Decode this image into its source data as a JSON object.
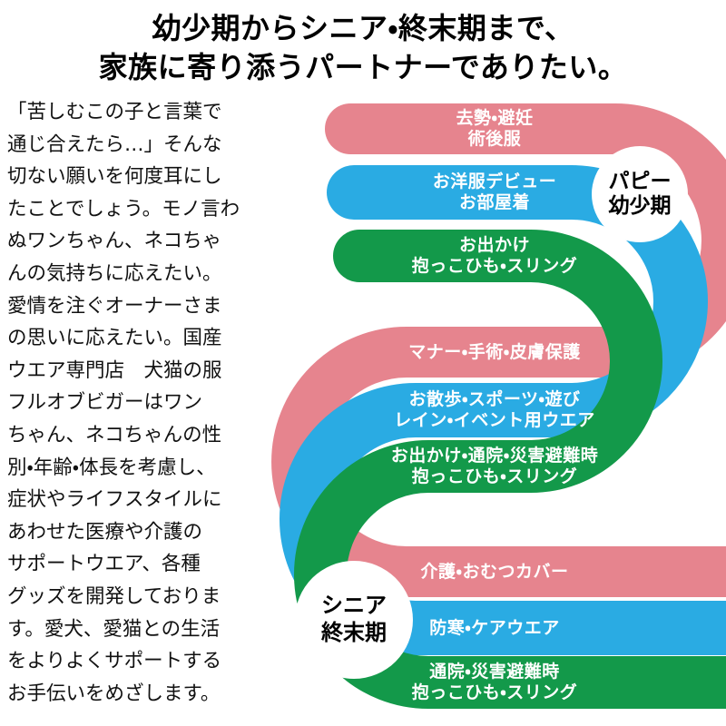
{
  "title": {
    "line1": "幼少期からシニア・終末期まで、",
    "line2": "家族に寄り添うパートナーでありたい。"
  },
  "intro_text": "「苦しむこの子と言葉で\n通じ合えたら…」そんな\n切ない願いを何度耳にし\nたことでしょう。モノ言わ\nぬワンちゃん、ネコちゃ\nんの気持ちに応えたい。\n愛情を注ぐオーナーさま\nの思いに応えたい。国産\nウエア専門店　犬猫の服\nフルオブビガーはワン\nちゃん、ネコちゃんの性\n別・年齢・体長を考慮し、\n症状やライフスタイルに\nあわせた医療や介護の\nサポートウエア、各種\nグッズを開発しておりま\nす。愛犬、愛猫との生活\nをよりよくサポートする\nお手伝いをめざします。",
  "colors": {
    "pink": "#e6848e",
    "blue": "#2aabe3",
    "green": "#13994a",
    "badge_bg": "#ffffff",
    "text": "#000000",
    "band_text": "#ffffff"
  },
  "stage_badges": {
    "puppy": {
      "line1": "パピー",
      "line2": "幼少期"
    },
    "senior": {
      "line1": "シニア",
      "line2": "終末期"
    }
  },
  "bands": {
    "puppy_pink": {
      "line1": "去勢・避妊",
      "line2": "術後服"
    },
    "puppy_blue": {
      "line1": "お洋服デビュー",
      "line2": "お部屋着"
    },
    "puppy_green": {
      "line1": "お出かけ",
      "line2": "抱っこひも・スリング"
    },
    "adult_pink": {
      "line1": "マナー・手術・皮膚保護"
    },
    "adult_blue": {
      "line1": "お散歩・スポーツ・遊び",
      "line2": "レイン・イベント用ウエア"
    },
    "adult_green": {
      "line1": "お出かけ・通院・災害避難時",
      "line2": "抱っこひも・スリング"
    },
    "senior_pink": {
      "line1": "介護・おむつカバー"
    },
    "senior_blue": {
      "line1": "防寒・ケアウエア"
    },
    "senior_green": {
      "line1": "通院・災害避難時",
      "line2": "抱っこひも・スリング"
    }
  }
}
